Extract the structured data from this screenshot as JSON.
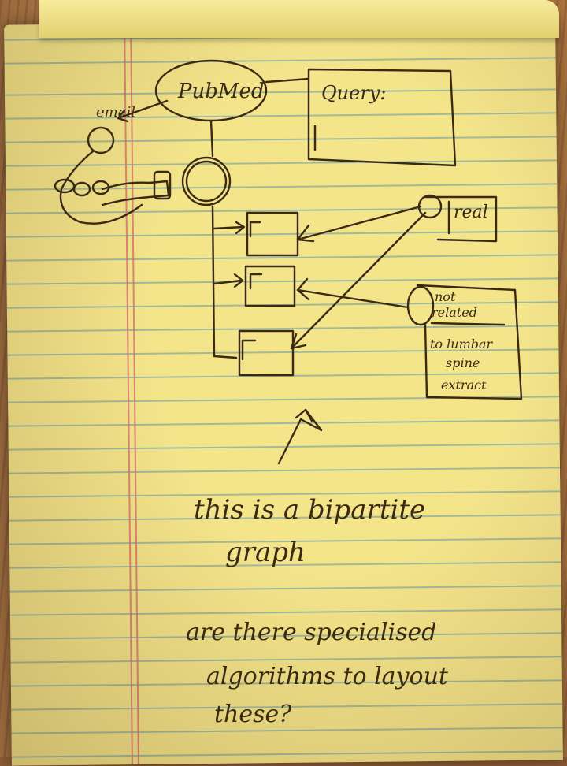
{
  "diagram": {
    "nodes": {
      "pubmed": "PubMed",
      "query": "Query:",
      "email": "email",
      "real": "real",
      "not_related_1": "not",
      "not_related_2": "related",
      "not_related_3": "to lumbar",
      "not_related_4": "spine",
      "not_related_5": "extract"
    },
    "notes": {
      "line1": "this is a bipartite",
      "line2": "graph",
      "line3": "are there specialised",
      "line4": "algorithms to layout",
      "line5": "these?"
    }
  }
}
